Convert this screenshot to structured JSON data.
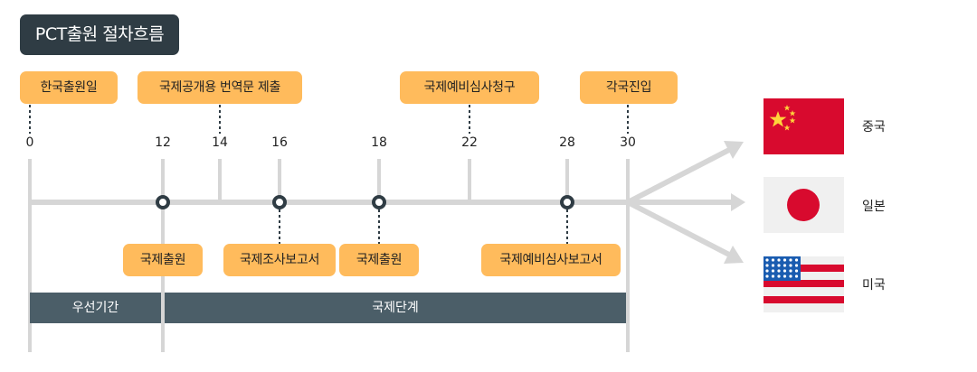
{
  "title": "PCT출원 절차흐름",
  "axis": {
    "ticks": [
      0,
      12,
      14,
      16,
      18,
      22,
      28,
      30
    ],
    "range": [
      0,
      30
    ]
  },
  "top_tags": [
    {
      "label": "한국출원일",
      "month": 0
    },
    {
      "label": "국제공개용 번역문 제출",
      "month": 14
    },
    {
      "label": "국제예비심사청구",
      "month": 22
    },
    {
      "label": "각국진입",
      "month": 30
    }
  ],
  "milestones": [
    {
      "label": "국제출원",
      "month": 12
    },
    {
      "label": "국제조사보고서",
      "month": 16
    },
    {
      "label": "국제출원",
      "month": 18
    },
    {
      "label": "국제예비심사보고서",
      "month": 28
    }
  ],
  "phases": [
    {
      "label": "우선기간",
      "from": 0,
      "to": 12
    },
    {
      "label": "국제단계",
      "from": 12,
      "to": 30
    }
  ],
  "countries": [
    {
      "label": "중국",
      "flag": "china-flag"
    },
    {
      "label": "일본",
      "flag": "japan-flag"
    },
    {
      "label": "미국",
      "flag": "usa-flag"
    }
  ],
  "colors": {
    "header_bg": "#2f3c44",
    "tag_bg": "#ffbb5c",
    "phase_bg": "#4b5e68",
    "line": "#d6d6d6",
    "marker": "#2f3c44"
  }
}
